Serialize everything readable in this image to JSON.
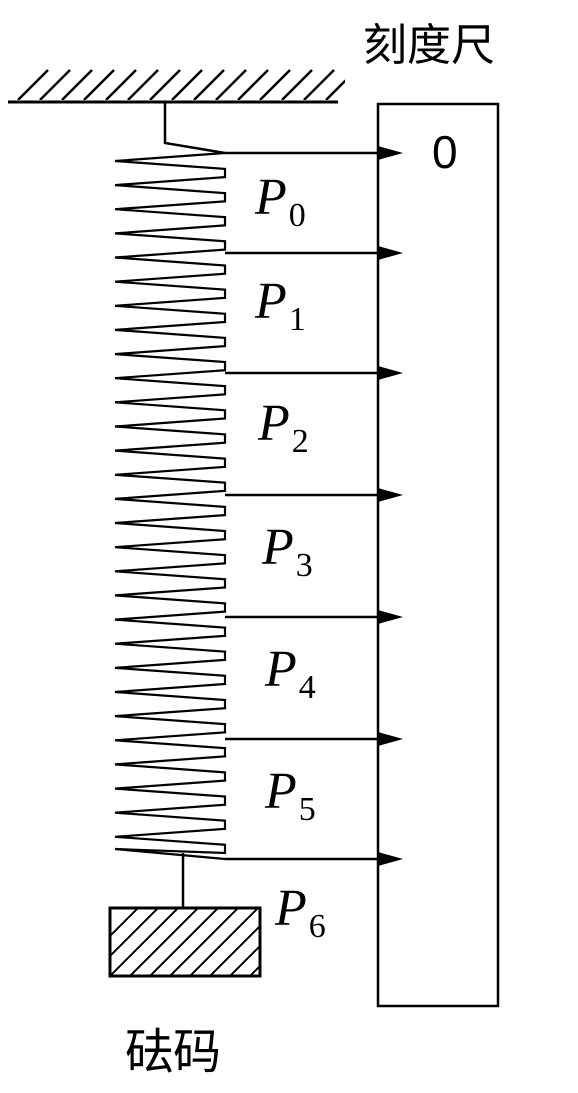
{
  "ruler": {
    "label": "刻度尺",
    "zero_mark": "0"
  },
  "weight": {
    "label": "砝码"
  },
  "points": [
    {
      "letter": "P",
      "index": "0"
    },
    {
      "letter": "P",
      "index": "1"
    },
    {
      "letter": "P",
      "index": "2"
    },
    {
      "letter": "P",
      "index": "3"
    },
    {
      "letter": "P",
      "index": "4"
    },
    {
      "letter": "P",
      "index": "5"
    },
    {
      "letter": "P",
      "index": "6"
    }
  ],
  "colors": {
    "stroke": "#000000",
    "background": "#ffffff"
  }
}
